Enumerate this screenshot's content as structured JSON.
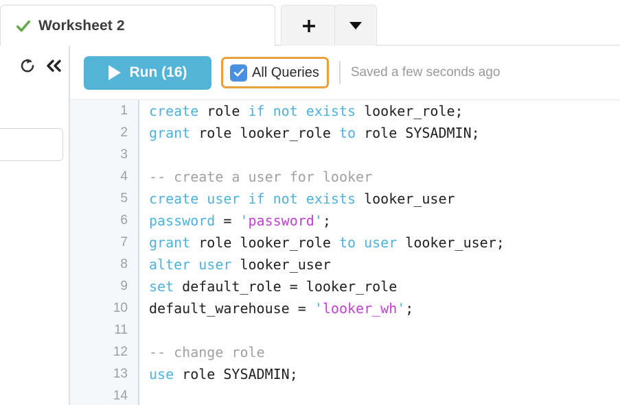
{
  "tabbar": {
    "active_tab": {
      "title": "Worksheet 2",
      "status_icon": "green-check-icon"
    },
    "add_tab_label": "+",
    "add_tab_icon": "plus-icon",
    "menu_icon": "caret-down-icon"
  },
  "left_rail": {
    "refresh_icon": "refresh-icon",
    "collapse_icon": "double-chevron-left-icon",
    "input_value": "",
    "input_placeholder": ""
  },
  "toolbar": {
    "run_label": "Run (16)",
    "run_icon": "play-icon",
    "run_color": "#54b4d8",
    "all_queries_label": "All Queries",
    "all_queries_checked": true,
    "checkbox_color": "#4a90e2",
    "focus_ring_color": "#e8a13a",
    "saved_status": "Saved a few seconds ago"
  },
  "editor": {
    "language": "sql",
    "lines": [
      {
        "n": "1",
        "tokens": [
          {
            "t": "create",
            "c": "kw"
          },
          {
            "t": " role ",
            "c": "id"
          },
          {
            "t": "if not exists",
            "c": "kw"
          },
          {
            "t": " looker_role;",
            "c": "id"
          }
        ]
      },
      {
        "n": "2",
        "tokens": [
          {
            "t": "grant",
            "c": "kw"
          },
          {
            "t": " role looker_role ",
            "c": "id"
          },
          {
            "t": "to",
            "c": "kw"
          },
          {
            "t": " role SYSADMIN;",
            "c": "id"
          }
        ]
      },
      {
        "n": "3",
        "tokens": []
      },
      {
        "n": "4",
        "tokens": [
          {
            "t": "-- create a user for looker",
            "c": "cmt"
          }
        ]
      },
      {
        "n": "5",
        "tokens": [
          {
            "t": "create user if not exists",
            "c": "kw"
          },
          {
            "t": " looker_user",
            "c": "id"
          }
        ]
      },
      {
        "n": "6",
        "tokens": [
          {
            "t": "password",
            "c": "kw"
          },
          {
            "t": " = ",
            "c": "id"
          },
          {
            "t": "'",
            "c": "pun"
          },
          {
            "t": "password",
            "c": "str"
          },
          {
            "t": "'",
            "c": "pun"
          },
          {
            "t": ";",
            "c": "id"
          }
        ]
      },
      {
        "n": "7",
        "tokens": [
          {
            "t": "grant",
            "c": "kw"
          },
          {
            "t": " role looker_role ",
            "c": "id"
          },
          {
            "t": "to user",
            "c": "kw"
          },
          {
            "t": " looker_user;",
            "c": "id"
          }
        ]
      },
      {
        "n": "8",
        "tokens": [
          {
            "t": "alter user",
            "c": "kw"
          },
          {
            "t": " looker_user",
            "c": "id"
          }
        ]
      },
      {
        "n": "9",
        "tokens": [
          {
            "t": "set",
            "c": "kw"
          },
          {
            "t": " default_role = looker_role",
            "c": "id"
          }
        ]
      },
      {
        "n": "10",
        "tokens": [
          {
            "t": "default_warehouse = ",
            "c": "id"
          },
          {
            "t": "'",
            "c": "pun"
          },
          {
            "t": "looker_wh",
            "c": "str"
          },
          {
            "t": "'",
            "c": "pun"
          },
          {
            "t": ";",
            "c": "id"
          }
        ]
      },
      {
        "n": "11",
        "tokens": []
      },
      {
        "n": "12",
        "tokens": [
          {
            "t": "-- change role",
            "c": "cmt"
          }
        ]
      },
      {
        "n": "13",
        "tokens": [
          {
            "t": "use",
            "c": "kw"
          },
          {
            "t": " role SYSADMIN;",
            "c": "id"
          }
        ]
      },
      {
        "n": "14",
        "tokens": []
      }
    ]
  }
}
